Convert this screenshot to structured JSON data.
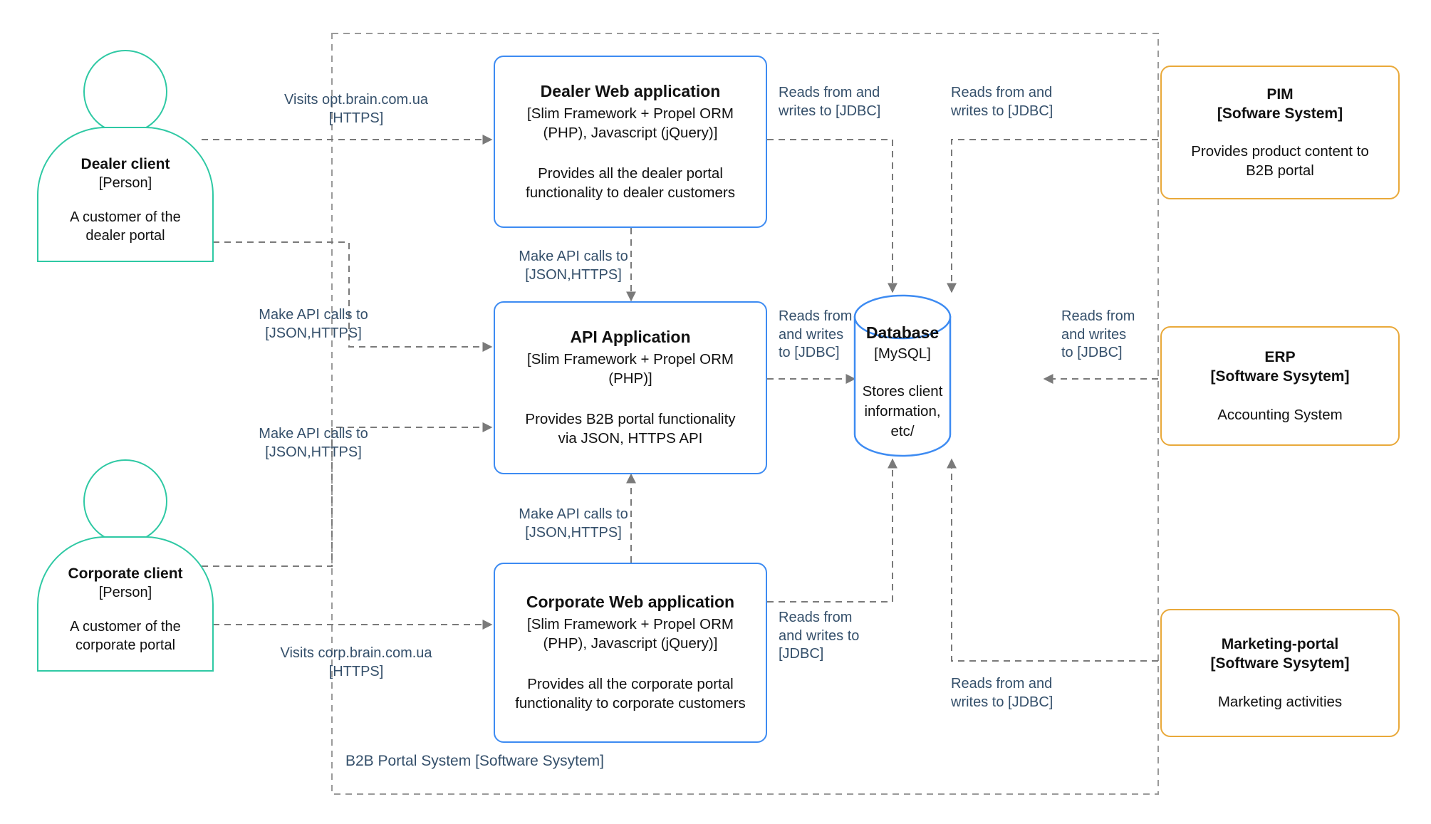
{
  "diagram": {
    "boundary_label": "B2B Portal System [Software Sysytem]",
    "colors": {
      "person_stroke": "#2FC9A4",
      "container_stroke": "#3D8BF2",
      "external_stroke": "#E9A93A",
      "database_stroke": "#3D8BF2",
      "edge_stroke": "#808080",
      "label_text": "#35506B",
      "body_text": "#111111",
      "background": "#FFFFFF"
    }
  },
  "people": [
    {
      "id": "dealer-client",
      "title": "Dealer client",
      "tech": "[Person]",
      "description": "A customer of  the\ndealer portal"
    },
    {
      "id": "corporate-client",
      "title": "Corporate client",
      "tech": "[Person]",
      "description": "A customer of  the\ncorporate portal"
    }
  ],
  "containers": [
    {
      "id": "dealer-web-application",
      "title": "Dealer Web application",
      "tech": "[Slim Framework + Propel ORM\n(PHP), Javascript (jQuery)]",
      "description": "Provides all the dealer portal\nfunctionality to dealer customers"
    },
    {
      "id": "api-application",
      "title": "API Application",
      "tech": "[Slim Framework + Propel ORM\n(PHP)]",
      "description": "Provides B2B portal functionality\nvia JSON, HTTPS API"
    },
    {
      "id": "corporate-web-application",
      "title": "Corporate Web application",
      "tech": "[Slim Framework + Propel ORM\n(PHP), Javascript (jQuery)]",
      "description": "Provides all the corporate portal\nfunctionality to corporate customers"
    }
  ],
  "database": {
    "id": "database",
    "title": "Database",
    "tech": "[MySQL]",
    "description": "Stores client\ninformation, etc/"
  },
  "external_systems": [
    {
      "id": "pim",
      "title": "PIM\n[Sofware System]",
      "description": "Provides product content to\nB2B portal"
    },
    {
      "id": "erp",
      "title": "ERP\n[Software Sysytem]",
      "description": "Accounting System"
    },
    {
      "id": "marketing-portal",
      "title": "Marketing-portal\n[Software Sysytem]",
      "description": "Marketing activities"
    }
  ],
  "edge_labels": [
    {
      "id": "dealer-visits",
      "text": "Visits opt.brain.com.ua\n[HTTPS]"
    },
    {
      "id": "dealer-api-calls",
      "text": "Make API calls to\n[JSON,HTTPS]"
    },
    {
      "id": "corporate-api-calls",
      "text": "Make API calls to\n[JSON,HTTPS]"
    },
    {
      "id": "corporate-visits",
      "text": "Visits corp.brain.com.ua\n[HTTPS]"
    },
    {
      "id": "dealerweb-api-calls",
      "text": "Make API calls to\n[JSON,HTTPS]"
    },
    {
      "id": "corpweb-api-calls",
      "text": "Make API calls to\n[JSON,HTTPS]"
    },
    {
      "id": "dealerweb-db",
      "text": "Reads from and\nwrites to [JDBC]"
    },
    {
      "id": "pim-db",
      "text": "Reads from and\nwrites to [JDBC]"
    },
    {
      "id": "api-db",
      "text": "Reads from\nand writes\nto [JDBC]"
    },
    {
      "id": "erp-db",
      "text": "Reads from\nand writes\nto [JDBC]"
    },
    {
      "id": "corpweb-db",
      "text": "Reads from\nand writes to\n[JDBC]"
    },
    {
      "id": "marketing-db",
      "text": "Reads from and\nwrites to [JDBC]"
    }
  ]
}
